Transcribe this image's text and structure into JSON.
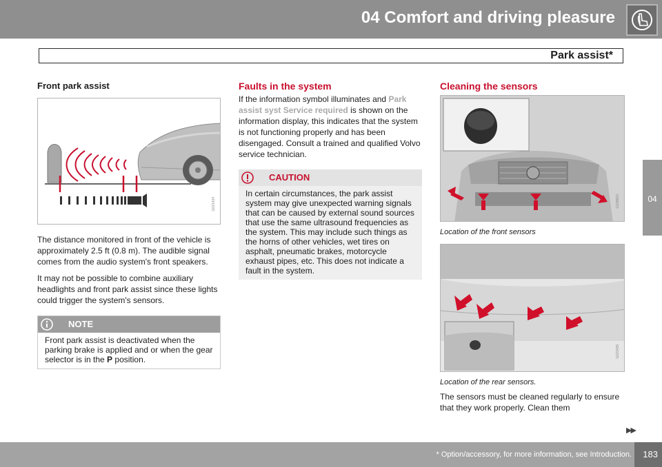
{
  "header": {
    "chapter": "04 Comfort and driving pleasure",
    "section": "Park assist*",
    "chapter_icon": "seat-icon"
  },
  "side_tab": {
    "label": "04"
  },
  "col1": {
    "title": "Front park assist",
    "figure_code": "G021434",
    "para1": "The distance monitored in front of the vehicle is approximately 2.5 ft (0.8 m). The audible signal comes from the audio system's front speakers.",
    "para2": "It may not be possible to combine auxiliary headlights and front park assist since these lights could trigger the system's sensors.",
    "note": {
      "label": "NOTE",
      "icon": "info-icon",
      "text_before": "Front park assist is deactivated when the parking brake is applied and or when the gear selector is in the ",
      "bold": "P",
      "text_after": " position."
    }
  },
  "col2": {
    "title": "Faults in the system",
    "text_before": "If the information symbol illuminates and ",
    "highlight": "Park assist syst Service required",
    "text_after": " is shown on the information display, this indicates that the system is not functioning properly and has been disengaged. Consult a trained and qualified Volvo service technician.",
    "caution": {
      "label": "CAUTION",
      "icon": "warning-icon",
      "text": "In certain circumstances, the park assist system may give unexpected warning signals that can be caused by external sound sources that use the same ultrasound frequencies as the system. This may include such things as the horns of other vehicles, wet tires on asphalt, pneumatic brakes, motorcycle exhaust pipes, etc. This does not indicate a fault in the system."
    }
  },
  "col3": {
    "title": "Cleaning the sensors",
    "figure1_code": "G028603",
    "caption1": "Location of the front sensors",
    "figure2_code": "G021435",
    "caption2": "Location of the rear sensors.",
    "para": "The sensors must be cleaned regularly to ensure that they work properly. Clean them"
  },
  "footer": {
    "note": "* Option/accessory, for more information, see Introduction.",
    "page": "183",
    "continue_marker": "▶▶"
  },
  "colors": {
    "header_gray": "#8f8f8f",
    "accent_red": "#c8102e",
    "highlight_gray": "#a8a8a8"
  }
}
